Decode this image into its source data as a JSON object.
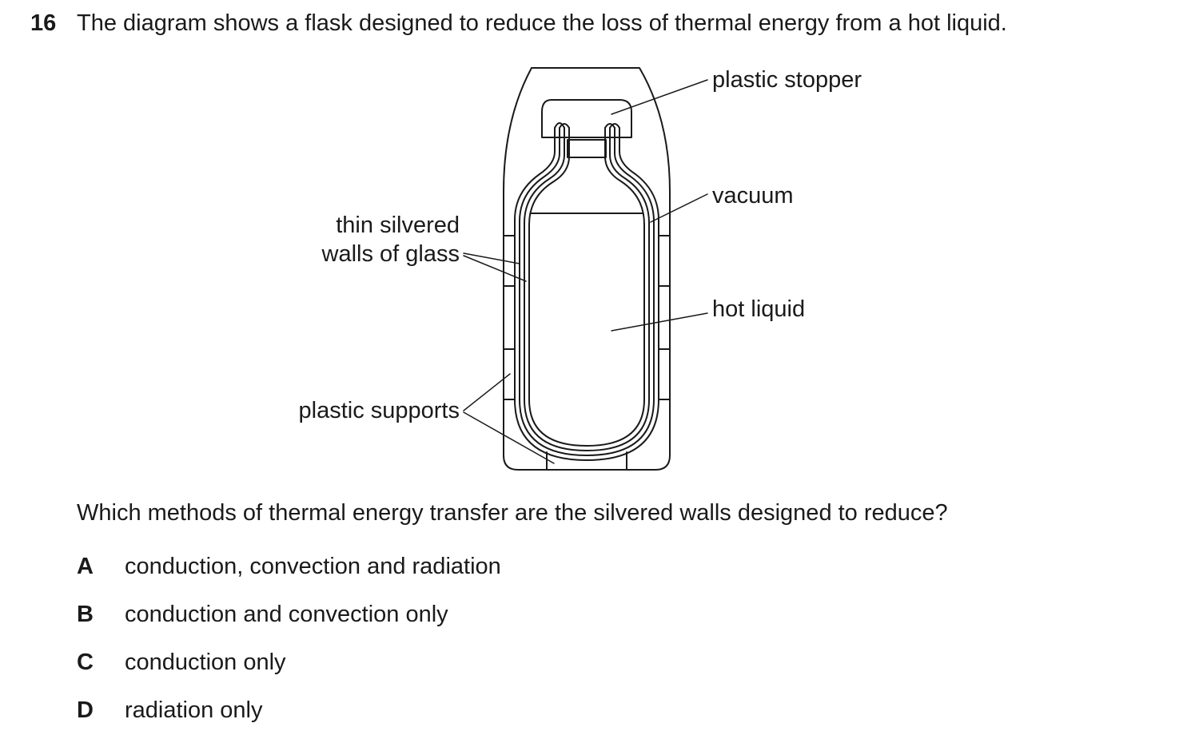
{
  "question": {
    "number": "16",
    "stem": "The diagram shows a flask designed to reduce the loss of thermal energy from a hot liquid.",
    "prompt": "Which methods of thermal energy transfer are the silvered walls designed to reduce?"
  },
  "diagram": {
    "labels": {
      "plastic_stopper": "plastic stopper",
      "vacuum": "vacuum",
      "hot_liquid": "hot liquid",
      "walls_line1": "thin silvered",
      "walls_line2": "walls of glass",
      "plastic_supports": "plastic supports"
    }
  },
  "options": [
    {
      "letter": "A",
      "text": "conduction, convection and radiation"
    },
    {
      "letter": "B",
      "text": "conduction and convection only"
    },
    {
      "letter": "C",
      "text": "conduction only"
    },
    {
      "letter": "D",
      "text": "radiation only"
    }
  ]
}
